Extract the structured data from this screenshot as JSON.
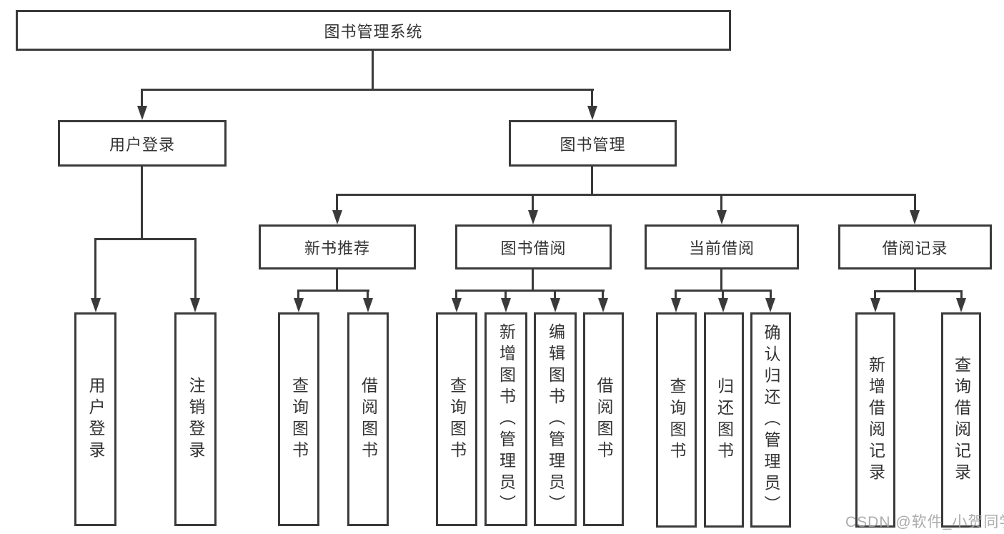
{
  "diagram": {
    "type": "hierarchy-tree",
    "line_color": "#3a3a3a",
    "text_color": "#333333",
    "background": "#ffffff",
    "tree": {
      "label": "图书管理系统",
      "children": [
        {
          "label": "用户登录",
          "children": [
            {
              "label": "用户登录"
            },
            {
              "label": "注销登录"
            }
          ]
        },
        {
          "label": "图书管理",
          "children": [
            {
              "label": "新书推荐",
              "children": [
                {
                  "label": "查询图书"
                },
                {
                  "label": "借阅图书"
                }
              ]
            },
            {
              "label": "图书借阅",
              "children": [
                {
                  "label": "查询图书"
                },
                {
                  "label": "新增图书（管理员）"
                },
                {
                  "label": "编辑图书（管理员）"
                },
                {
                  "label": "借阅图书"
                }
              ]
            },
            {
              "label": "当前借阅",
              "children": [
                {
                  "label": "查询图书"
                },
                {
                  "label": "归还图书"
                },
                {
                  "label": "确认归还（管理员）"
                }
              ]
            },
            {
              "label": "借阅记录",
              "children": [
                {
                  "label": "新增借阅记录"
                },
                {
                  "label": "查询借阅记录"
                }
              ]
            }
          ]
        }
      ]
    }
  },
  "watermark": {
    "text": "CSDN @软件_小贺同学"
  }
}
